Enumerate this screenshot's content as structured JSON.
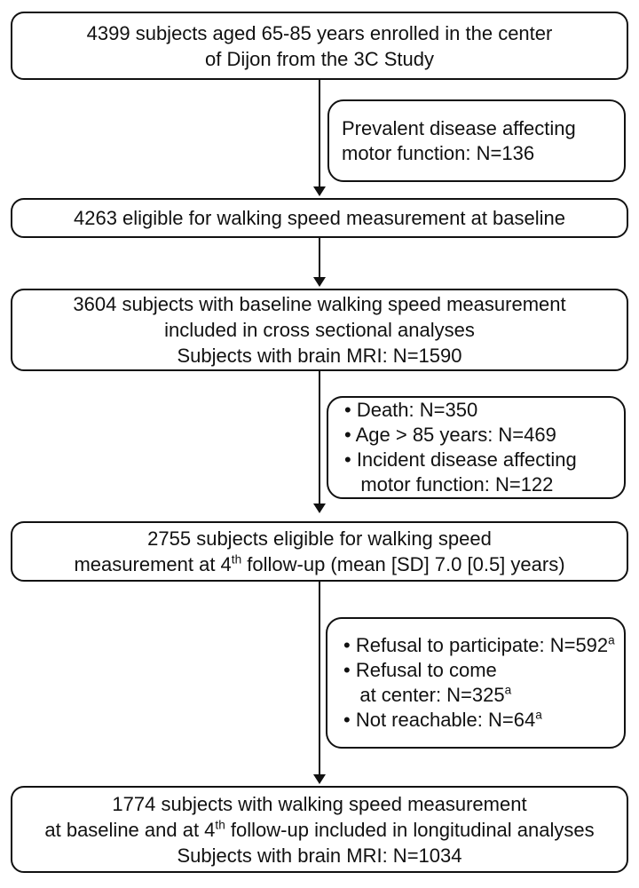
{
  "colors": {
    "background": "#ffffff",
    "line_color": "#111111",
    "text_color": "#111111"
  },
  "boxes": {
    "enrolled": {
      "role": "main",
      "lines": [
        "4399 subjects aged 65-85 years enrolled in the center",
        "of Dijon from the 3C Study"
      ]
    },
    "prevalent_exclusion": {
      "role": "side",
      "lines": [
        "Prevalent disease affecting",
        "motor function: N=136"
      ]
    },
    "eligible_baseline": {
      "role": "main",
      "lines": [
        "4263 eligible for walking speed measurement at baseline"
      ]
    },
    "baseline_measured": {
      "role": "main",
      "lines": [
        "3604 subjects with baseline walking speed measurement",
        "included in cross sectional analyses",
        "Subjects with brain MRI: N=1590"
      ]
    },
    "attrition_followup": {
      "role": "side",
      "lines": [
        "• Death: N=350",
        "• Age > 85 years: N=469",
        "• Incident disease affecting",
        "   motor function: N=122"
      ]
    },
    "eligible_followup": {
      "role": "main",
      "lines": [
        "2755 subjects eligible for walking speed",
        {
          "runs": [
            {
              "t": "measurement at 4"
            },
            {
              "t": "th",
              "sup": true
            },
            {
              "t": " follow-up (mean [SD] 7.0 [0.5] years)"
            }
          ]
        }
      ]
    },
    "nonresponse": {
      "role": "side",
      "lines": [
        {
          "runs": [
            {
              "t": "• Refusal to participate: N=592"
            },
            {
              "t": "a",
              "sup": true
            }
          ]
        },
        "• Refusal to come",
        {
          "runs": [
            {
              "t": "   at center: N=325"
            },
            {
              "t": "a",
              "sup": true
            }
          ]
        },
        {
          "runs": [
            {
              "t": "• Not reachable: N=64"
            },
            {
              "t": "a",
              "sup": true
            }
          ]
        }
      ]
    },
    "longitudinal": {
      "role": "main",
      "lines": [
        "1774 subjects with walking speed measurement",
        {
          "runs": [
            {
              "t": "at baseline and at 4"
            },
            {
              "t": "th",
              "sup": true
            },
            {
              "t": " follow-up included in longitudinal analyses"
            }
          ]
        },
        "Subjects with brain MRI: N=1034"
      ]
    }
  }
}
